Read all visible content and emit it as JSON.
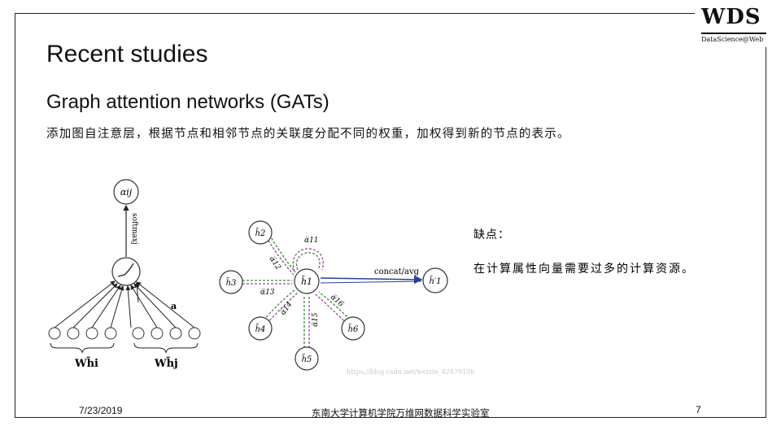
{
  "logo": {
    "main": "WDS",
    "sub": "DataScience@Web"
  },
  "slide": {
    "title": "Recent studies",
    "subtitle": "Graph attention networks (GATs)",
    "description": "添加图自注意层，根据节点和相邻节点的关联度分配不同的权重，加权得到新的节点的表示。"
  },
  "left_diagram": {
    "top_node": "αij",
    "arrow_label": "softmaxj",
    "weight_label": "a",
    "input_left": "Wh̄i",
    "input_right": "Wh̄j"
  },
  "right_diagram": {
    "center_node": "h̄1",
    "neighbors": [
      "h̄2",
      "h̄3",
      "h̄4",
      "h̄5",
      "h̄6"
    ],
    "output_node": "h̄′1",
    "edge_labels": [
      "α̅11",
      "α̅12",
      "α̅13",
      "α̅14",
      "α̅15",
      "α̅16"
    ],
    "concat_label": "concat/avg",
    "watermark": "https://blog.csdn.net/weixin_42479106"
  },
  "cons": {
    "title": "缺点：",
    "text": "在计算属性向量需要过多的计算资源。"
  },
  "footer": {
    "date": "7/23/2019",
    "center": "东南大学计算机学院万维网数据科学实验室",
    "page": "7"
  }
}
